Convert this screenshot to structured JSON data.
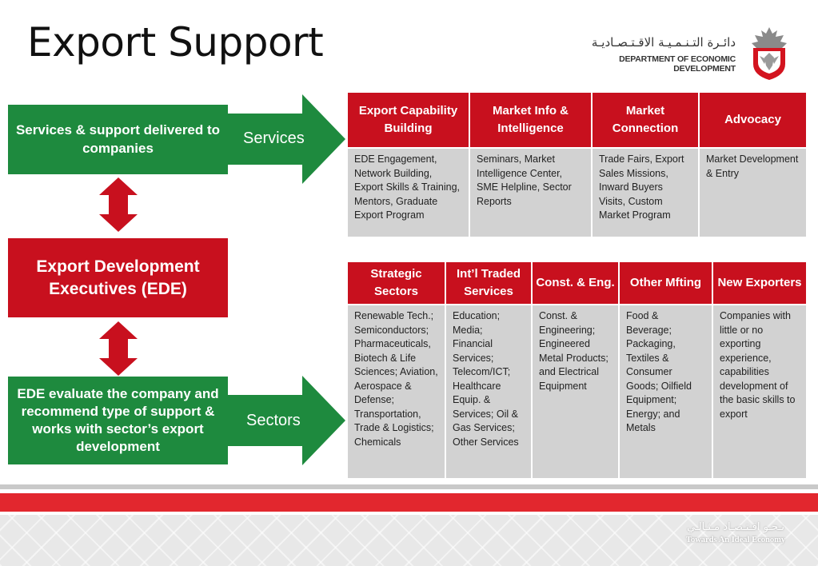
{
  "title": "Export Support",
  "logo": {
    "arabic": "دائـرة التـنـمـيـة الاقـتـصـاديـة",
    "english": "DEPARTMENT OF ECONOMIC DEVELOPMENT",
    "emblem_icon": "falcon-emblem-icon"
  },
  "left_boxes": {
    "services_box": "Services & support delivered to companies",
    "ede_box": "Export Development Executives (EDE)",
    "evaluate_box": "EDE evaluate the company and recommend type of support & works with sector’s export development"
  },
  "arrows": {
    "services_label": "Services",
    "sectors_label": "Sectors"
  },
  "services_table": {
    "headers": [
      "Export Capability Building",
      "Market Info & Intelligence",
      "Market Connection",
      "Advocacy"
    ],
    "cells": [
      "EDE Engagement, Network Building, Export Skills & Training, Mentors, Graduate Export Program",
      "Seminars, Market Intelligence Center, SME Helpline, Sector Reports",
      "Trade Fairs, Export Sales Missions, Inward Buyers Visits, Custom Market Program",
      "Market Development & Entry"
    ]
  },
  "sectors_table": {
    "headers": [
      "Strategic Sectors",
      "Int’l Traded Services",
      "Const. & Eng.",
      "Other Mfting",
      "New Exporters"
    ],
    "cells": [
      "Renewable Tech.; Semiconductors; Pharmaceuticals, Biotech & Life Sciences; Aviation, Aerospace & Defense; Transportation, Trade & Logistics; Chemicals",
      "Education; Media; Financial Services; Telecom/ICT; Healthcare Equip. & Services; Oil & Gas Services; Other Services",
      "Const. & Engineering; Engineered Metal Products; and Electrical Equipment",
      "Food & Beverage; Packaging, Textiles & Consumer Goods; Oilfield Equipment; Energy; and Metals",
      "Companies with little or no exporting experience, capabilities development of the basic skills to export"
    ]
  },
  "footer": {
    "arabic": "نـحـو اقـتـصـاد مـثـالـي",
    "english": "Towards An Ideal Economy"
  },
  "colors": {
    "green": "#1e8a3e",
    "red": "#c8101e",
    "cell_gray": "#d2d2d2"
  }
}
